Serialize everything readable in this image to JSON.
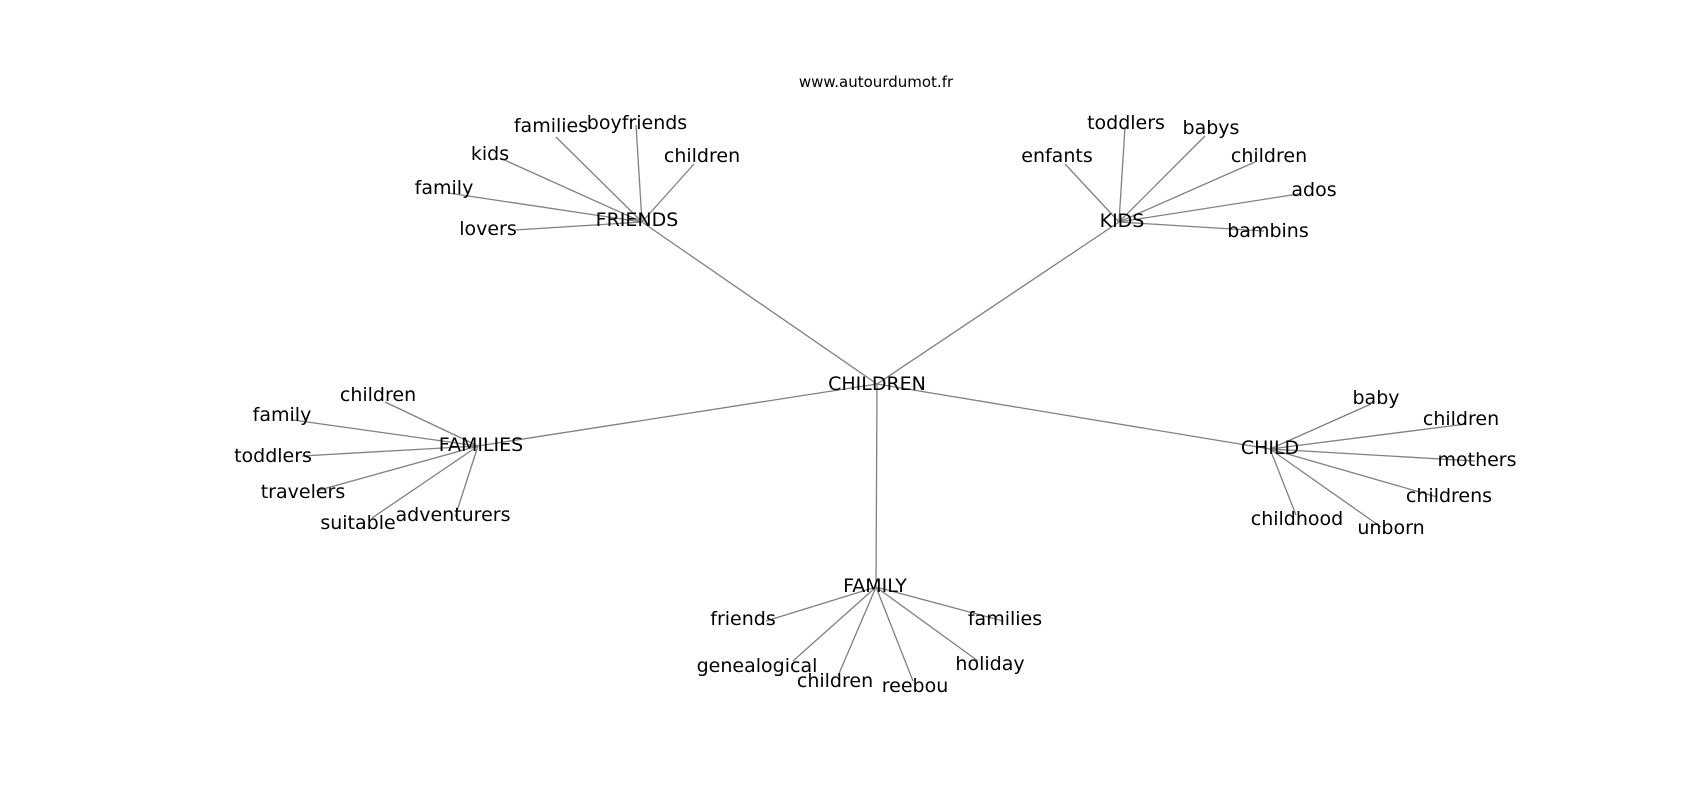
{
  "source_label": "www.autourdumot.fr",
  "root": "CHILDREN",
  "branches": [
    {
      "word": "FRIENDS",
      "leaves": [
        "families",
        "boyfriends",
        "children",
        "kids",
        "family",
        "lovers"
      ]
    },
    {
      "word": "KIDS",
      "leaves": [
        "toddlers",
        "babys",
        "enfants",
        "children",
        "ados",
        "bambins"
      ]
    },
    {
      "word": "FAMILIES",
      "leaves": [
        "children",
        "family",
        "toddlers",
        "travelers",
        "suitable",
        "adventurers"
      ]
    },
    {
      "word": "CHILD",
      "leaves": [
        "baby",
        "children",
        "mothers",
        "childrens",
        "childhood",
        "unborn"
      ]
    },
    {
      "word": "FAMILY",
      "leaves": [
        "friends",
        "families",
        "genealogical",
        "holiday",
        "children",
        "reebou"
      ]
    }
  ]
}
